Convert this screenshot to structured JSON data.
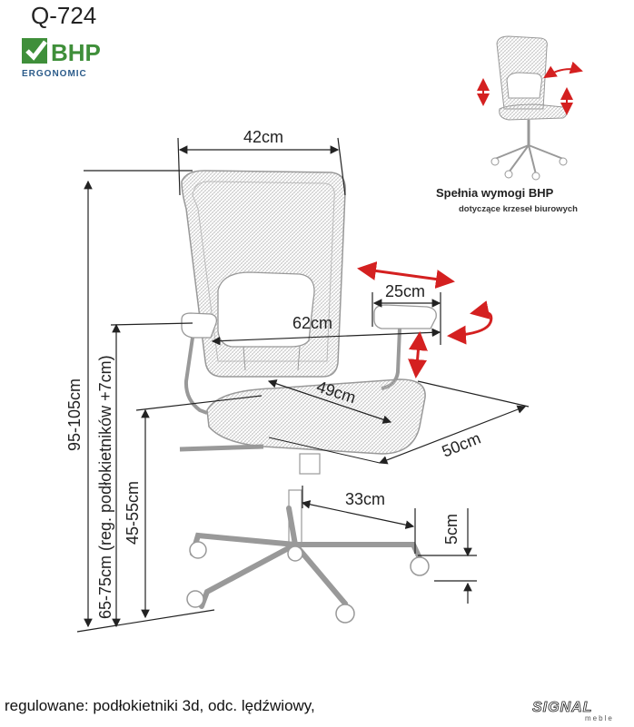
{
  "model": "Q-724",
  "logo": {
    "text": "BHP",
    "subtext": "ERGONOMIC",
    "color": "#3f8f3a"
  },
  "dimensions": {
    "width_top": "42cm",
    "armrest_depth": "25cm",
    "width_arms": "62cm",
    "seat_width": "49cm",
    "seat_depth": "50cm",
    "base_radius": "33cm",
    "caster_height": "5cm",
    "total_height": "95-105cm",
    "armrest_height": "65-75cm (reg. podłokietników +7cm)",
    "seat_height": "45-55cm"
  },
  "bhp_badge": {
    "title": "Spełnia wymogi BHP",
    "subtitle": "dotyczące krzeseł biurowych"
  },
  "footer_text": "regulowane: podłokietniki 3d, odc. lędźwiowy,",
  "brand": {
    "name": "SIGNAL",
    "tagline": "meble"
  },
  "colors": {
    "arrow_red": "#d42020",
    "line": "#222222",
    "chair": "#9a9a9a"
  }
}
